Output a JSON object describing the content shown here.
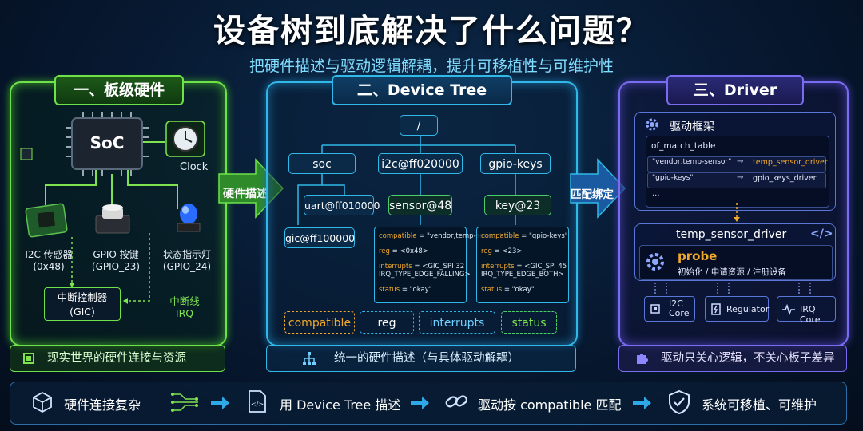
{
  "title": "设备树到底解决了什么问题？",
  "subtitle": "把硬件描述与驱动逻辑解耦，提升可移植性与可维护性",
  "panel1": {
    "title": "一、板级硬件",
    "soc": "SoC",
    "clock": "Clock",
    "i2c_sensor": "I2C 传感器",
    "i2c_addr": "(0x48)",
    "gpio_key": "GPIO 按键",
    "gpio_key_pin": "(GPIO_23)",
    "led": "状态指示灯",
    "led_pin": "(GPIO_24)",
    "gic": "中断控制器",
    "gic_sub": "(GIC)",
    "irq_line": "中断线",
    "irq": "IRQ",
    "footer": "现实世界的硬件连接与资源"
  },
  "arrow1": "硬件描述",
  "panel2": {
    "title": "二、Device Tree",
    "root": "/",
    "soc": "soc",
    "i2c": "i2c@ff020000",
    "gpio_keys": "gpio-keys",
    "uart": "uart@ff010000",
    "gic": "gic@ff100000",
    "sensor": "sensor@48",
    "key": "key@23",
    "sensor_props": {
      "compatible_k": "compatible",
      "compatible_v": " = \"vendor,temp-sensor\"",
      "reg_k": "reg",
      "reg_v": " = <0x48>",
      "int_k": "interrupts",
      "int_v": " = <GIC_SPI 32",
      "int_v2": "IRQ_TYPE_EDGE_FALLING>",
      "status_k": "status",
      "status_v": " = \"okay\""
    },
    "key_props": {
      "compatible_k": "compatible",
      "compatible_v": " = \"gpio-keys\"",
      "reg_k": "reg",
      "reg_v": " = <23>",
      "int_k": "interrupts",
      "int_v": " = <GIC_SPI 45",
      "int_v2": "IRQ_TYPE_EDGE_BOTH>",
      "status_k": "status",
      "status_v": " = \"okay\""
    },
    "tags": [
      "compatible",
      "reg",
      "interrupts",
      "status"
    ],
    "footer": "统一的硬件描述（与具体驱动解耦）"
  },
  "arrow2": "匹配绑定",
  "panel3": {
    "title": "三、Driver",
    "framework": "驱动框架",
    "match_table": "of_match_table",
    "rows": [
      {
        "left": "\"vendor,temp-sensor\"",
        "arrow": "→",
        "right": "temp_sensor_driver"
      },
      {
        "left": "\"gpio-keys\"",
        "arrow": "→",
        "right": "gpio_keys_driver"
      }
    ],
    "ellipsis": "...",
    "driver_name": "temp_sensor_driver",
    "code_icon": "</>",
    "probe": "probe",
    "probe_desc": "初始化 / 申请资源 / 注册设备",
    "i2c_core_1": "I2C",
    "i2c_core_2": "Core",
    "regulator": "Regulator",
    "irq_core": "IRQ Core",
    "footer": "驱动只关心逻辑，不关心板子差异"
  },
  "bottom": {
    "step1": "硬件连接复杂",
    "step2": "用 Device Tree 描述",
    "step3": "驱动按 compatible 匹配",
    "step4": "系统可移植、可维护"
  },
  "colors": {
    "green": "#6fe24a",
    "cyan": "#2fb8e8",
    "purple": "#7a6cf0",
    "orange": "#f0a92c"
  }
}
